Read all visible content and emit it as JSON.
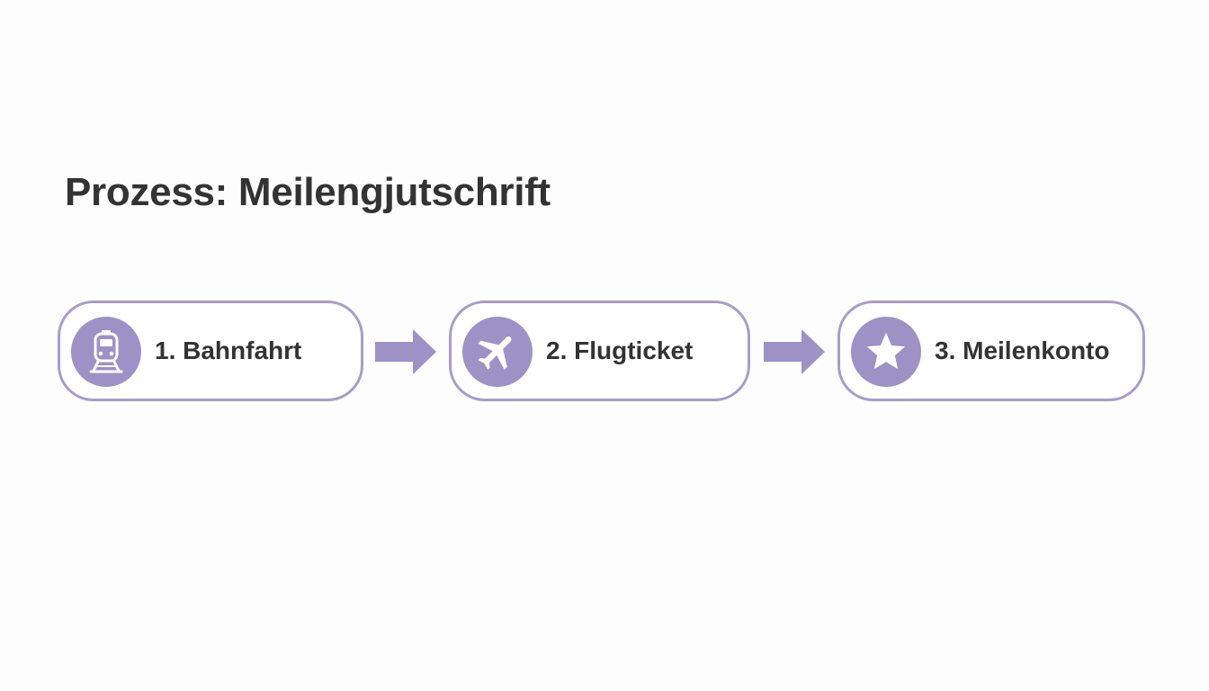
{
  "title": "Prozess: Meilengjutschrift",
  "accent_color": "#9d92c6",
  "border_color": "#a79ccb",
  "steps": [
    {
      "label": "1. Bahnfahrt",
      "icon": "train-icon"
    },
    {
      "label": "2. Flugticket",
      "icon": "airplane-icon"
    },
    {
      "label": "3. Meilenkonto",
      "icon": "star-icon"
    }
  ]
}
